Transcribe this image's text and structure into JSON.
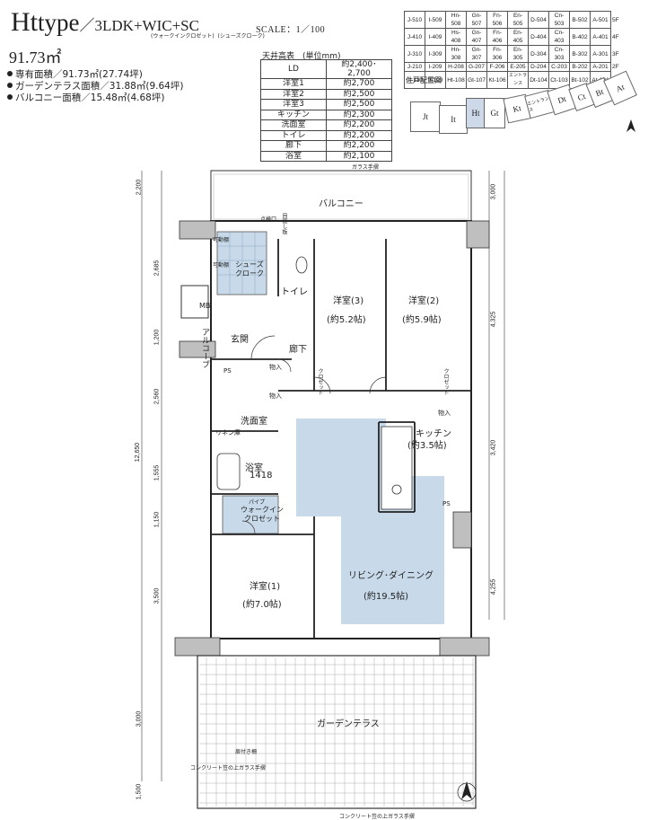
{
  "header": {
    "ht": "Ht",
    "type_word": "type",
    "plan": "／3LDK+WIC+SC",
    "ruby_wic": "(ウォークインクロゼット)",
    "ruby_sc": "(シューズクローク)",
    "scale": "SCALE：1／100",
    "total_area": "91.73㎡"
  },
  "areas": [
    "専有面積／91.73㎡(27.74坪)",
    "ガーデンテラス面積／31.88㎡(9.64坪)",
    "バルコニー面積／15.48㎡(4.68坪)"
  ],
  "ceiling": {
    "title": "天井高表　(単位mm)",
    "rows": [
      {
        "room": "LD",
        "height": "約2,400･2,700"
      },
      {
        "room": "洋室1",
        "height": "約2,700"
      },
      {
        "room": "洋室2",
        "height": "約2,500"
      },
      {
        "room": "洋室3",
        "height": "約2,500"
      },
      {
        "room": "キッチン",
        "height": "約2,300"
      },
      {
        "room": "洗面室",
        "height": "約2,200"
      },
      {
        "room": "トイレ",
        "height": "約2,200"
      },
      {
        "room": "廊下",
        "height": "約2,200"
      },
      {
        "room": "浴室",
        "height": "約2,100"
      }
    ]
  },
  "unit_table": [
    [
      "J-510",
      "I-509",
      "Hn-508",
      "Gn-507",
      "Fn-506",
      "En-505",
      "D-504",
      "Cn-503",
      "B-502",
      "A-501",
      "5F"
    ],
    [
      "J-410",
      "I-409",
      "Hs-408",
      "Gn-407",
      "Fn-406",
      "En-405",
      "D-404",
      "Cn-403",
      "B-402",
      "A-401",
      "4F"
    ],
    [
      "J-310",
      "I-309",
      "Hn-308",
      "Gn-307",
      "Fn-306",
      "En-305",
      "D-304",
      "Cn-303",
      "B-302",
      "A-301",
      "3F"
    ],
    [
      "J-210",
      "I-209",
      "H-208",
      "G-207",
      "F-206",
      "E-205",
      "D-204",
      "C-203",
      "B-202",
      "A-201",
      "2F"
    ],
    [
      "Jt-110",
      "It-109",
      "Ht-108",
      "Gt-107",
      "Kt-106",
      "エントランス",
      "Dt-104",
      "Ct-103",
      "Bt-102",
      "At-101",
      "1F"
    ]
  ],
  "keymap": {
    "title": "住戸配置図",
    "units": [
      "Jt",
      "It",
      "Ht",
      "Gt",
      "Kt",
      "エントランス",
      "Dt",
      "Ct",
      "Bt",
      "At"
    ]
  },
  "rooms": {
    "balcony": "バルコニー",
    "glass_rail_top": "ガラス手摺",
    "shoes_closet": "シューズ\nクローク",
    "toilet": "トイレ",
    "western3": "洋室(3)",
    "western3_size": "(約5.2帖)",
    "western2": "洋室(2)",
    "western2_size": "(約5.9帖)",
    "entrance": "玄関",
    "hall": "廊下",
    "alcove": "アルコーブ",
    "mb": "MB",
    "ps1": "PS",
    "ps2": "PS",
    "washroom": "洗面室",
    "linen": "リネン庫",
    "bath": "浴室",
    "bath_size": "1418",
    "kitchen": "キッチン",
    "kitchen_size": "(約3.5帖)",
    "storage_k": "物入",
    "storage1": "物入",
    "storage2": "物入",
    "closet1": "クロゼット",
    "closet2": "クロゼット",
    "wic": "ウォークイン\nクロゼット",
    "pipe_space": "パイプ",
    "western1": "洋室(1)",
    "western1_size": "(約7.0帖)",
    "living": "リビング･ダイニング",
    "living_size": "(約19.5帖)",
    "garden": "ガーデンテラス",
    "rail_concrete_1": "コンクリート笠の上ガラス手摺",
    "rail_concrete_2": "コンクリート笠の上ガラス手摺",
    "storage_small1": "可動棚",
    "storage_small2": "可動棚",
    "meter": "点検口",
    "fence": "目隠し板",
    "gate": "扉付き柵"
  },
  "dims_left": [
    "2,200",
    "2,685",
    "1,200",
    "2,560",
    "12,650",
    "1,555",
    "1,150",
    "3,500",
    "3,000",
    "1,500"
  ],
  "dims_right": [
    "3,000",
    "4,325",
    "3,420",
    "4,255"
  ]
}
